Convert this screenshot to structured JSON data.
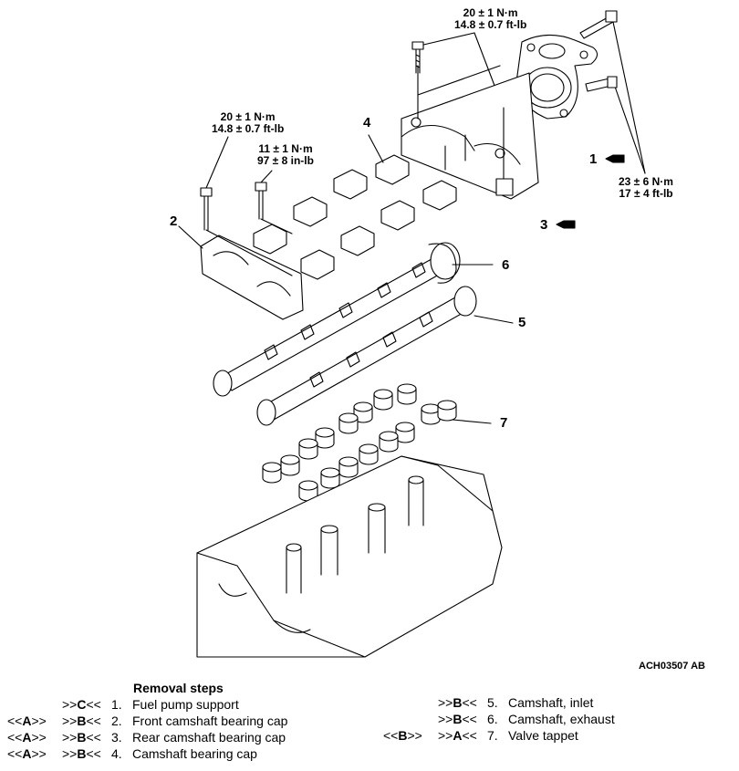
{
  "torque_specs": {
    "top_right": {
      "line1": "20 ± 1 N·m",
      "line2": "14.8 ± 0.7 ft-lb"
    },
    "left_upper": {
      "line1": "20 ± 1 N·m",
      "line2": "14.8 ± 0.7 ft-lb"
    },
    "left_lower": {
      "line1": "11 ± 1 N·m",
      "line2": "97 ± 8 in-lb"
    },
    "right_side": {
      "line1": "23 ± 6 N·m",
      "line2": "17 ± 4 ft-lb"
    }
  },
  "callouts": {
    "c1": "1",
    "c2": "2",
    "c3": "3",
    "c4": "4",
    "c5": "5",
    "c6": "6",
    "c7": "7"
  },
  "figure_id": "ACH03507 AB",
  "removal": {
    "title": "Removal steps",
    "steps": [
      {
        "pre": "",
        "op_pre": ">>",
        "op_code": "C",
        "op_post": "<<",
        "num": "1.",
        "name": "Fuel pump support"
      },
      {
        "pre": "<<",
        "pre_code": "A",
        "pre_post": ">>",
        "op_pre": ">>",
        "op_code": "B",
        "op_post": "<<",
        "num": "2.",
        "name": "Front camshaft bearing cap"
      },
      {
        "pre": "<<",
        "pre_code": "A",
        "pre_post": ">>",
        "op_pre": ">>",
        "op_code": "B",
        "op_post": "<<",
        "num": "3.",
        "name": "Rear camshaft bearing cap"
      },
      {
        "pre": "<<",
        "pre_code": "A",
        "pre_post": ">>",
        "op_pre": ">>",
        "op_code": "B",
        "op_post": "<<",
        "num": "4.",
        "name": "Camshaft bearing cap"
      },
      {
        "pre": "",
        "op_pre": ">>",
        "op_code": "B",
        "op_post": "<<",
        "num": "5.",
        "name": "Camshaft, inlet"
      },
      {
        "pre": "",
        "op_pre": ">>",
        "op_code": "B",
        "op_post": "<<",
        "num": "6.",
        "name": "Camshaft, exhaust"
      },
      {
        "pre": "<<",
        "pre_code": "B",
        "pre_post": ">>",
        "op_pre": ">>",
        "op_code": "A",
        "op_post": "<<",
        "num": "7.",
        "name": "Valve tappet"
      }
    ]
  }
}
